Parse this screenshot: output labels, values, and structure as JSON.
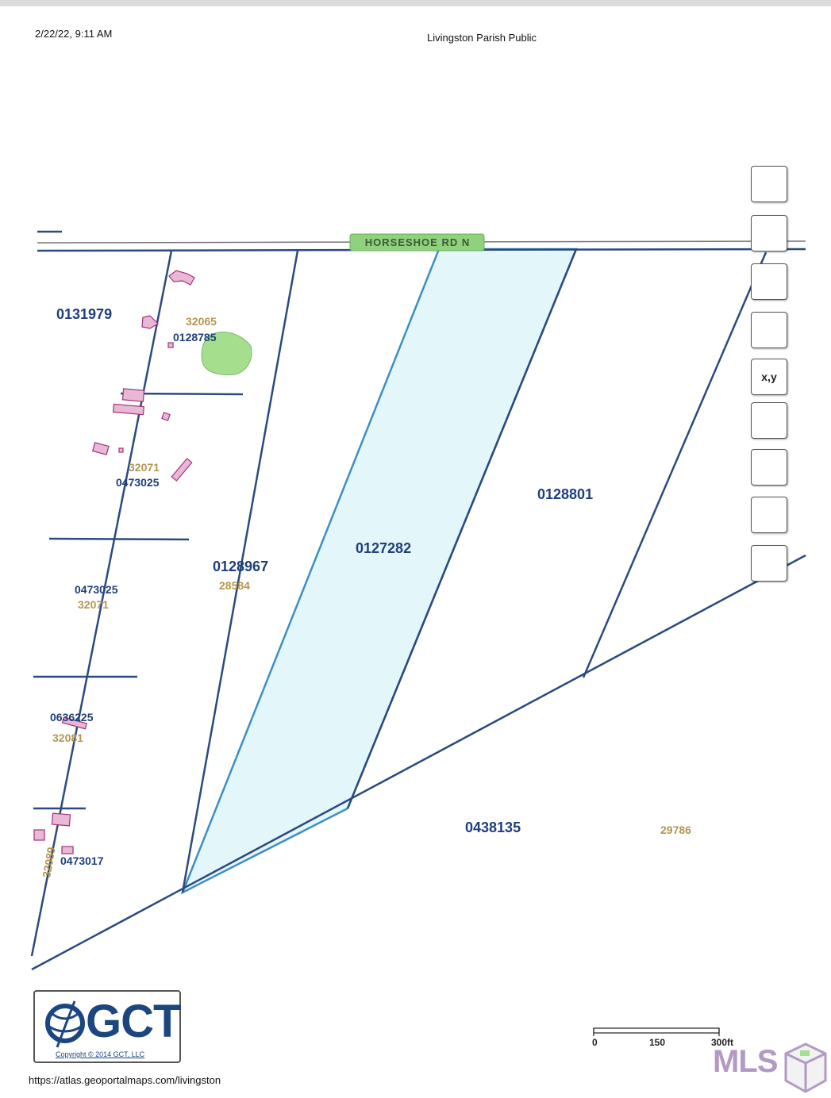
{
  "header": {
    "datetime": "2/22/22, 9:11 AM",
    "title": "Livingston Parish Public"
  },
  "map": {
    "road_label": "HORSESHOE RD N",
    "parcels": {
      "p0131979": "0131979",
      "p0128785": "0128785",
      "p32065": "32065",
      "p32071a": "32071",
      "p0473025a": "0473025",
      "p0473025b": "0473025",
      "p32071b": "32071",
      "p0128967": "0128967",
      "p28584": "28584",
      "p0127282": "0127282",
      "p0128801": "0128801",
      "p0636225": "0636225",
      "p32081": "32081",
      "p0473017": "0473017",
      "p32089": "32089",
      "p0438135": "0438135",
      "p29786": "29786"
    },
    "colors": {
      "parcel_line": "#2b4a7e",
      "selected_fill": "#e3f6fa",
      "selected_line": "#3d8fc4",
      "road_label_bg": "#8fd17c",
      "building": "#e9b8d6",
      "building_line": "#a0327a",
      "green_area": "#a5df8e",
      "parcel_id_text": "#1f3f7a",
      "address_text": "#b49650"
    }
  },
  "toolbar": {
    "xy_label": "x,y"
  },
  "logo": {
    "text": "GCT",
    "copyright": "Copyright © 2014 GCT, LLC"
  },
  "scale_bar": {
    "zero": "0",
    "mid": "150",
    "end": "300ft"
  },
  "footer": {
    "url": "https://atlas.geoportalmaps.com/livingston",
    "watermark": "MLS"
  }
}
